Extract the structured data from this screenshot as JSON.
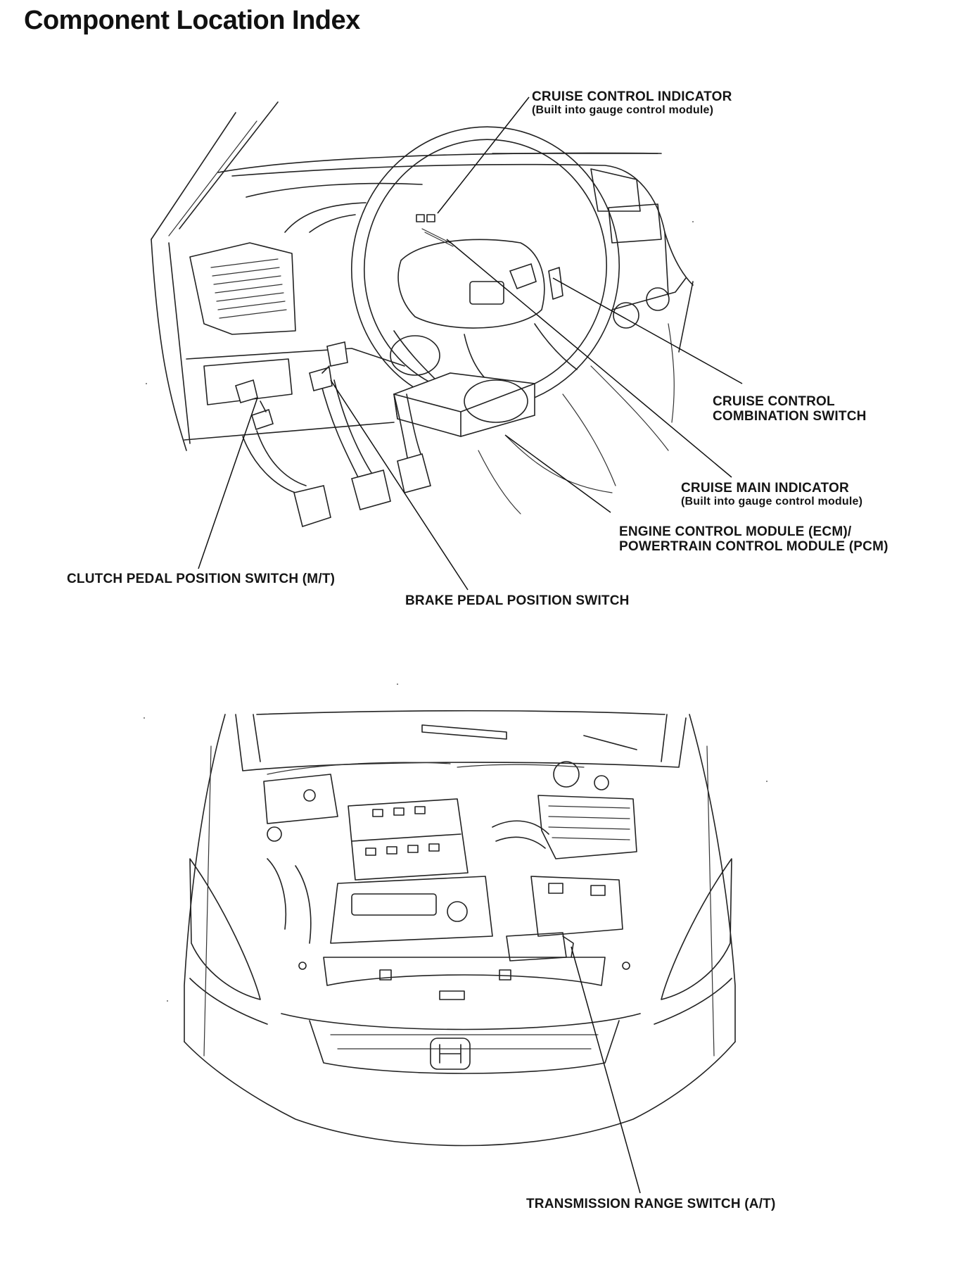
{
  "page": {
    "title": "Component Location Index"
  },
  "labels": {
    "cruise_control_indicator": {
      "line1": "CRUISE CONTROL INDICATOR",
      "line2": "(Built into gauge control module)"
    },
    "cruise_control_combination_switch": {
      "line1": "CRUISE CONTROL",
      "line2": "COMBINATION SWITCH"
    },
    "cruise_main_indicator": {
      "line1": "CRUISE MAIN INDICATOR",
      "line2": "(Built into gauge control module)"
    },
    "ecm_pcm": {
      "line1": "ENGINE CONTROL MODULE (ECM)/",
      "line2": "POWERTRAIN CONTROL MODULE (PCM)"
    },
    "clutch_pedal_position_switch": "CLUTCH PEDAL POSITION SWITCH (M/T)",
    "brake_pedal_position_switch": "BRAKE PEDAL POSITION SWITCH",
    "transmission_range_switch": "TRANSMISSION RANGE SWITCH (A/T)"
  }
}
